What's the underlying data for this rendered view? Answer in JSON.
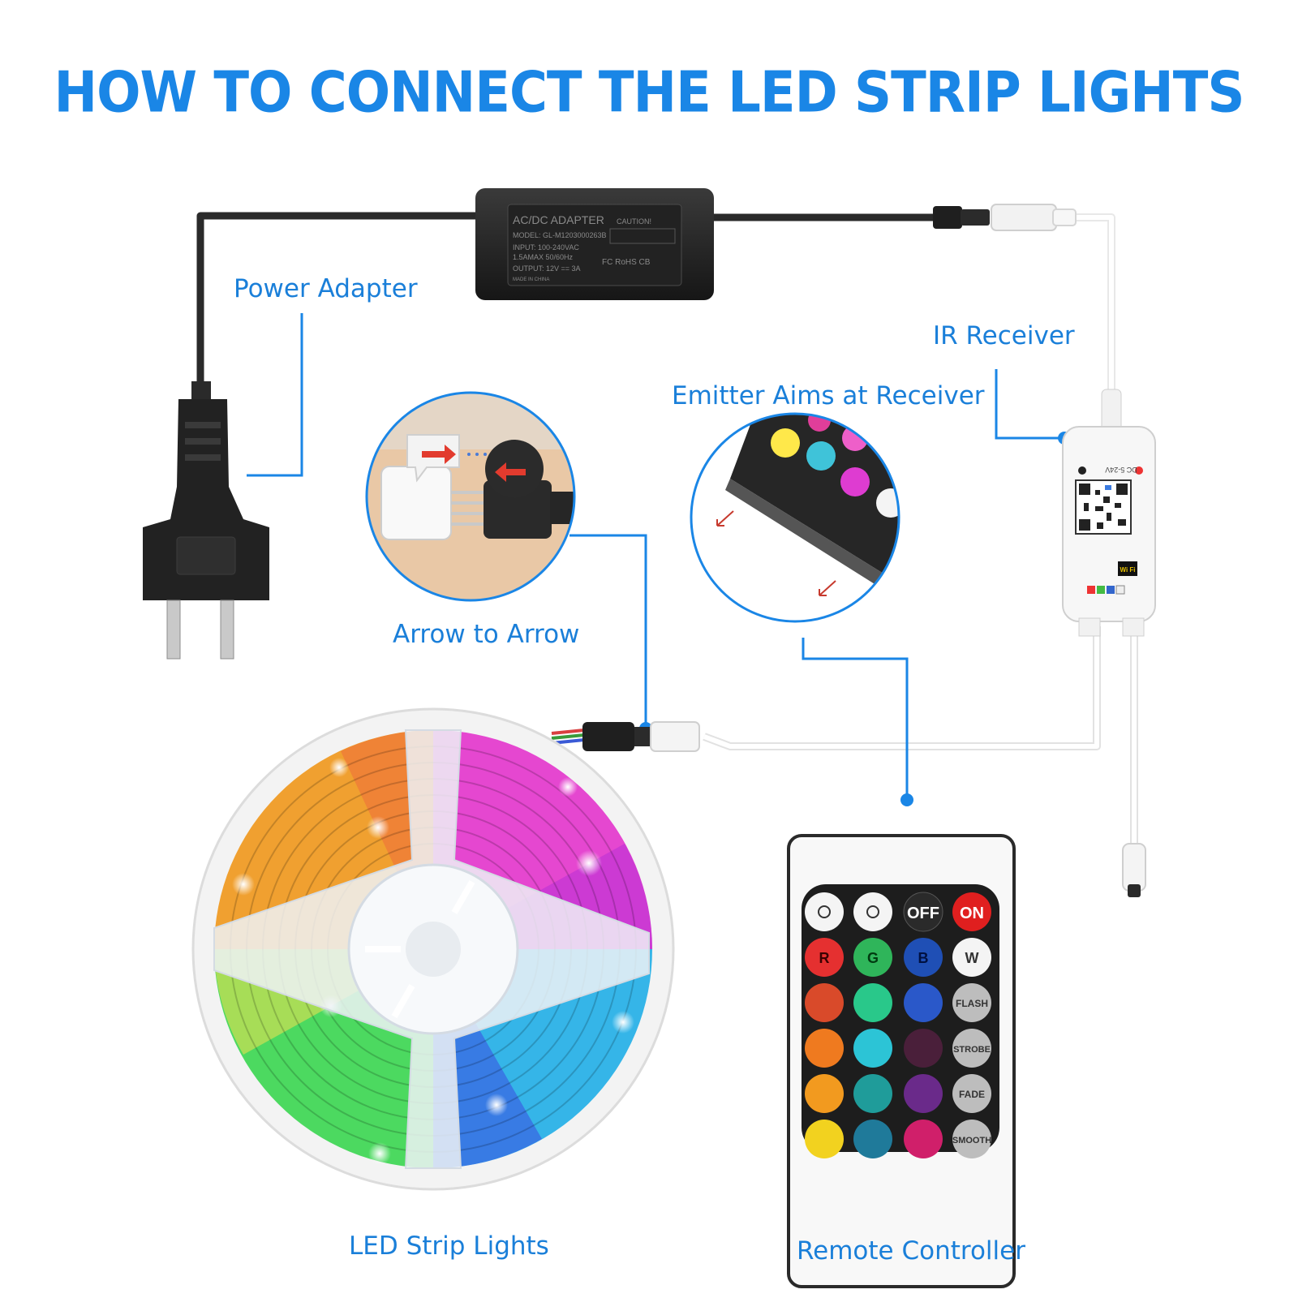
{
  "title": "HOW TO CONNECT THE LED STRIP LIGHTS",
  "labels": {
    "power_adapter": "Power Adapter",
    "ir_receiver": "IR Receiver",
    "emitter": "Emitter Aims at Receiver",
    "arrow": "Arrow to Arrow",
    "strip": "LED Strip Lights",
    "remote": "Remote Controller"
  },
  "adapter": {
    "line1": "AC/DC ADAPTER",
    "line2": "MODEL: GL-M1203000263B",
    "line3": "INPUT: 100-240VAC",
    "line4": "1.5AMAX 50/60Hz",
    "line5": "OUTPUT: 12V == 3A",
    "line6": "MADE IN CHINA",
    "caution": "CAUTION!",
    "marks": "FC RoHS CB"
  },
  "receiver": {
    "voltage": "DC 5-24V",
    "wifi": "Wi Fi"
  },
  "remote": {
    "buttons": {
      "off": "OFF",
      "on": "ON",
      "r": "R",
      "g": "G",
      "b": "B",
      "w": "W",
      "flash": "FLASH",
      "strobe": "STROBE",
      "fade": "FADE",
      "smooth": "SMOOTH"
    }
  },
  "colors": {
    "accent": "#1a86e6",
    "label": "#1a7fd9"
  }
}
